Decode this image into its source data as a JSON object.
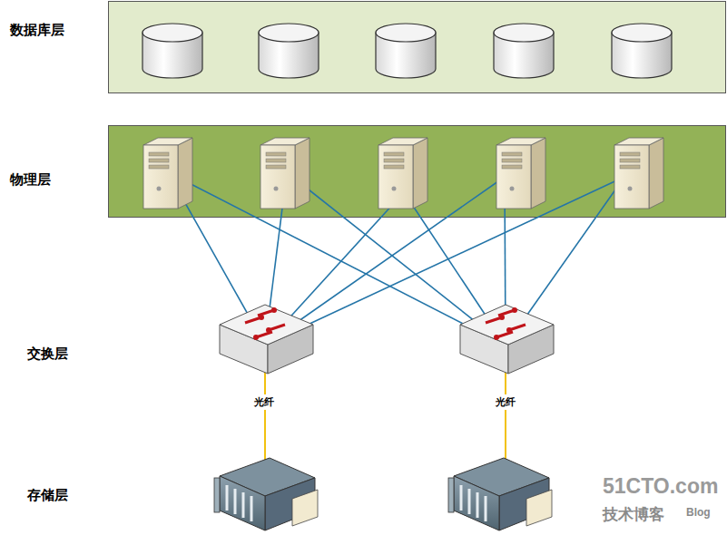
{
  "diagram": {
    "nodes": [
      {
        "text": [
          "数据库层"
        ]
      },
      {
        "text": [
          "物理层"
        ]
      }
    ],
    "labels": [
      "交换层",
      "存储层",
      "光纤",
      "光纤",
      "51CTO.com",
      "技术博客",
      "Blog"
    ]
  }
}
